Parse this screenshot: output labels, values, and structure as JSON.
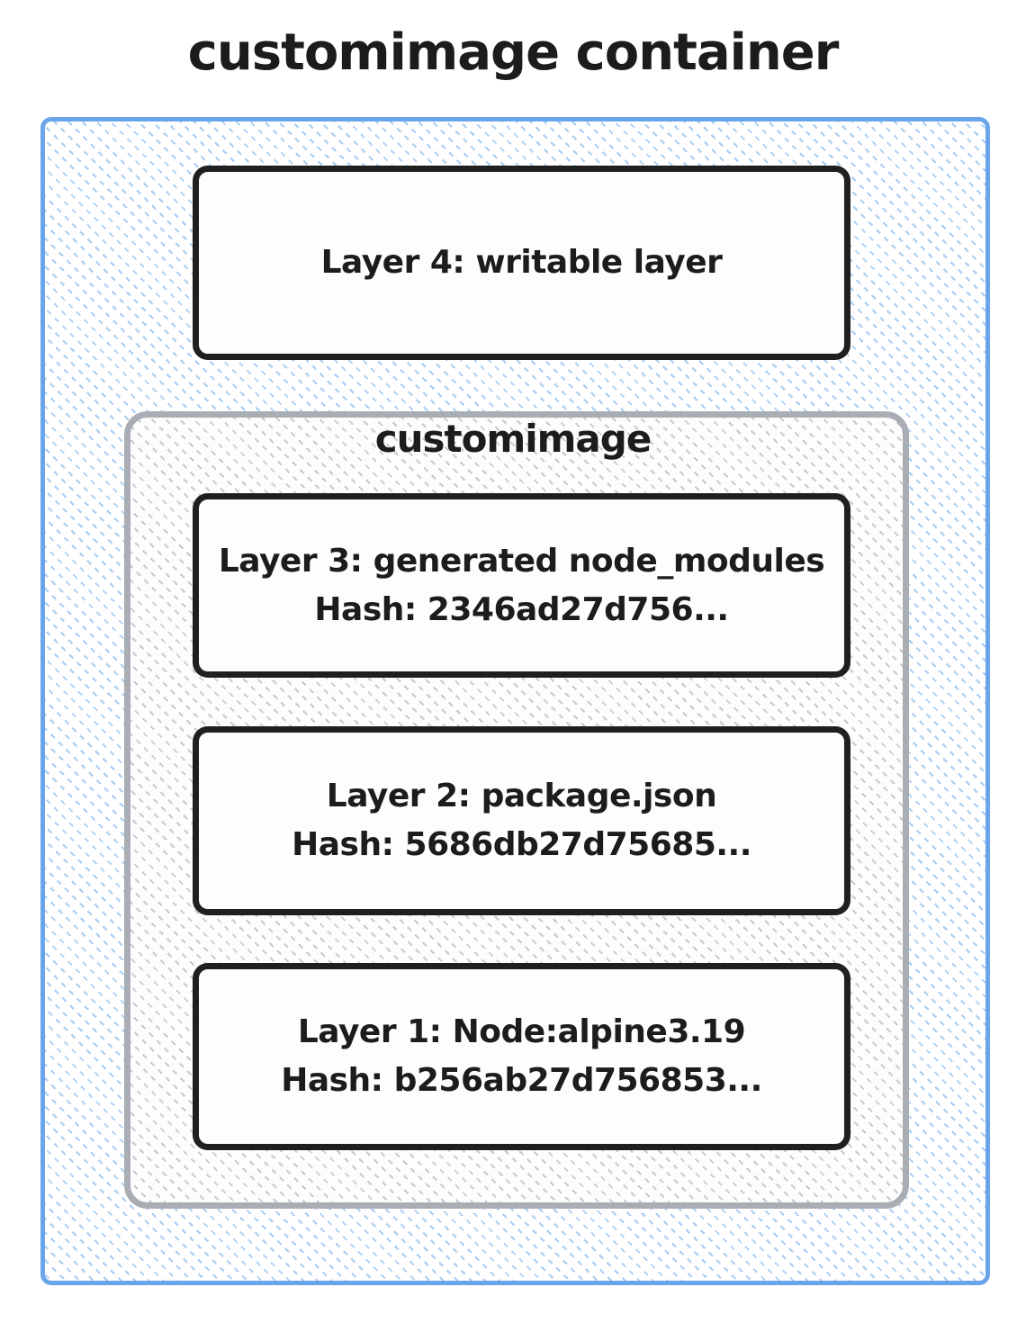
{
  "title": "customimage container",
  "container": {
    "writable_layer": {
      "label": "Layer 4: writable layer"
    },
    "image": {
      "label": "customimage",
      "layers": [
        {
          "name": "Layer 3: generated node_modules",
          "hash": "Hash: 2346ad27d756..."
        },
        {
          "name": "Layer 2: package.json",
          "hash": "Hash: 5686db27d75685..."
        },
        {
          "name": "Layer 1: Node:alpine3.19",
          "hash": "Hash: b256ab27d756853..."
        }
      ]
    }
  },
  "colors": {
    "outer_border": "#69a5e8",
    "outer_hatch": "#a9cdf3",
    "image_border": "#a9aeb5",
    "image_hatch": "#c8cacd",
    "layer_border": "#1f1f1f",
    "layer_fill": "#fdfdfd",
    "text": "#1c1c1c"
  }
}
